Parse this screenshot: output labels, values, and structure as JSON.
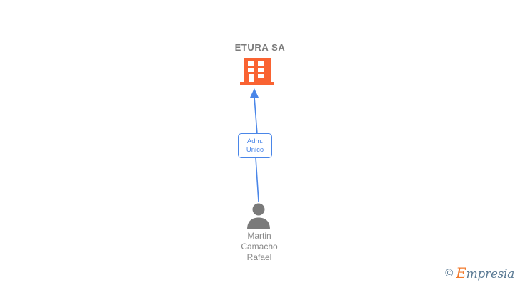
{
  "diagram": {
    "company": {
      "name": "ETURA SA",
      "icon": "building-icon",
      "color": "#f96332"
    },
    "role": {
      "line1": "Adm.",
      "line2": "Unico",
      "color": "#4a86e8"
    },
    "person": {
      "icon": "person-icon",
      "line1": "Martin",
      "line2": "Camacho",
      "line3": "Rafael",
      "color": "#888888"
    },
    "edges": {
      "role_to_company": "arrow-up",
      "person_to_role": "line"
    }
  },
  "watermark": {
    "copyright": "©",
    "brand_initial": "E",
    "brand_rest": "mpresia",
    "accent": "#f2792b",
    "text_color": "#5a7a94"
  }
}
